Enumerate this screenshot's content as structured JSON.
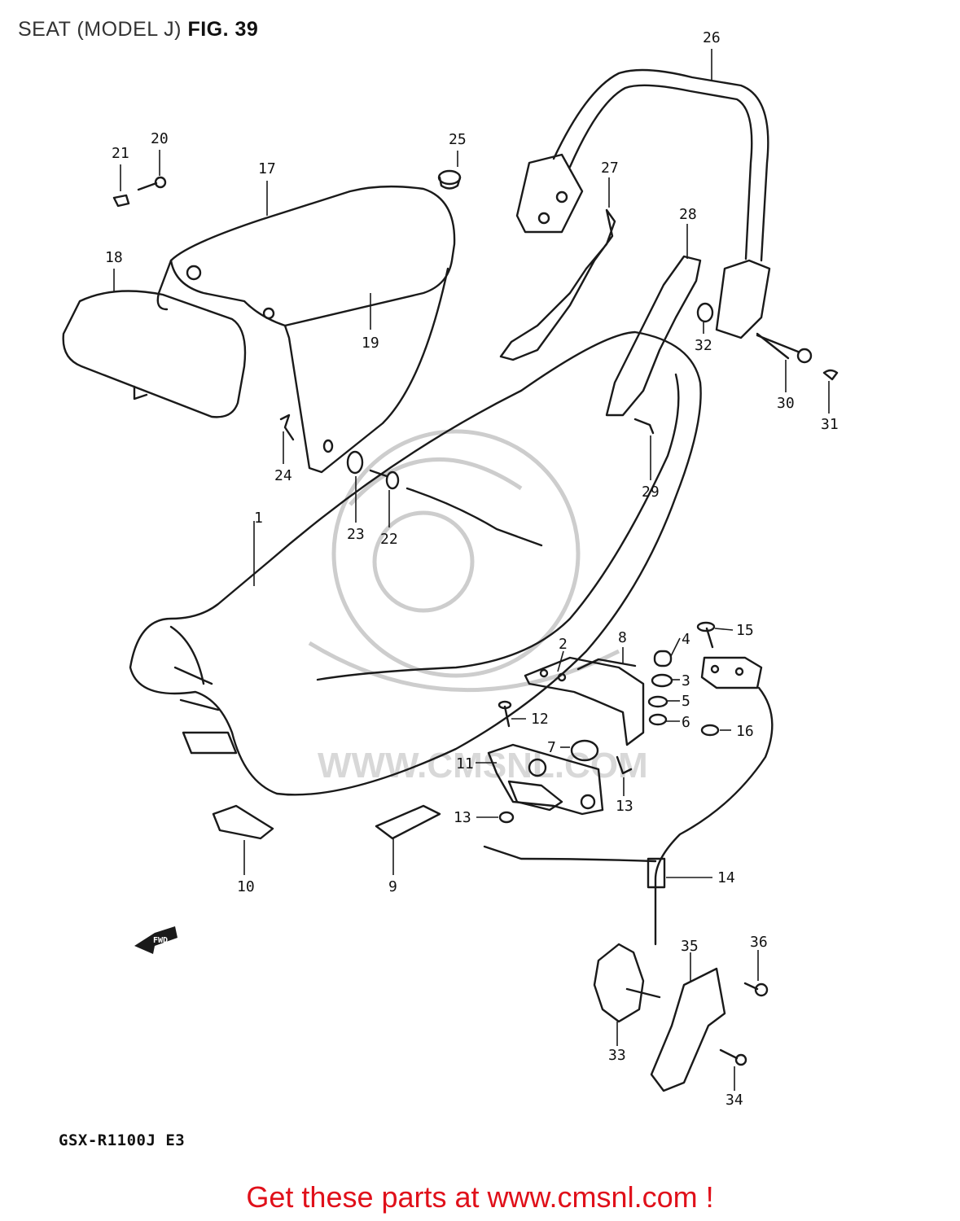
{
  "title": {
    "prefix": "SEAT (MODEL J)",
    "fig_label": "FIG. 39"
  },
  "model_code": "GSX-R1100J  E3",
  "fwd_label": "FWD",
  "watermark": {
    "text": "WWW.CMSNL.COM"
  },
  "footer": {
    "text": "Get these parts at www.cmsnl.com !",
    "color": "#e0101a"
  },
  "callouts": [
    "1",
    "2",
    "3",
    "4",
    "5",
    "6",
    "7",
    "8",
    "9",
    "10",
    "11",
    "12",
    "13",
    "13",
    "14",
    "15",
    "16",
    "17",
    "18",
    "19",
    "20",
    "21",
    "22",
    "23",
    "24",
    "25",
    "26",
    "27",
    "28",
    "29",
    "30",
    "31",
    "32",
    "33",
    "34",
    "35",
    "36"
  ]
}
